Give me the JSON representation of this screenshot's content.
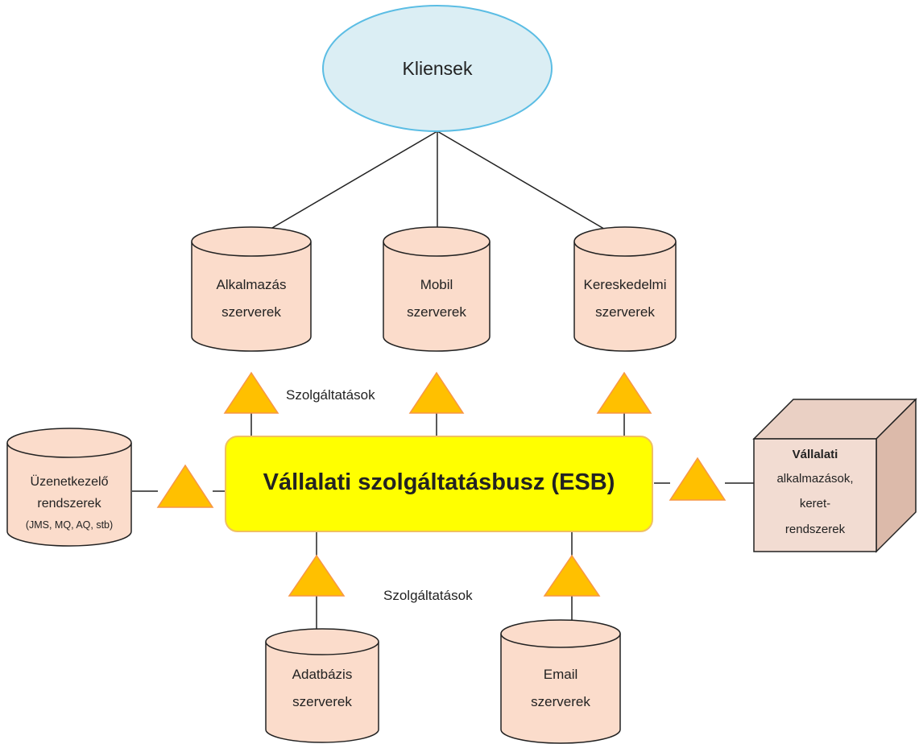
{
  "clients": {
    "label": "Kliensek"
  },
  "servers_top": {
    "app": {
      "line1": "Alkalmazás",
      "line2": "szerverek"
    },
    "mobile": {
      "line1": "Mobil",
      "line2": "szerverek"
    },
    "commerce": {
      "line1": "Kereskedelmi",
      "line2": "szerverek"
    }
  },
  "services_top_label": "Szolgáltatások",
  "services_bottom_label": "Szolgáltatások",
  "esb": {
    "label": "Vállalati szolgáltatásbusz (ESB)"
  },
  "messaging": {
    "line1": "Üzenetkezelő",
    "line2": "rendszerek",
    "line3": "(JMS, MQ, AQ, stb)"
  },
  "enterprise": {
    "line1": "Vállalati",
    "line2": "alkalmazások,",
    "line3": "keret-",
    "line4": "rendszerek"
  },
  "servers_bottom": {
    "db": {
      "line1": "Adatbázis",
      "line2": "szerverek"
    },
    "email": {
      "line1": "Email",
      "line2": "szerverek"
    }
  },
  "colors": {
    "ellipse_fill": "#dbeef4",
    "ellipse_stroke": "#5bbde4",
    "cylinder_fill": "#fbdccb",
    "esb_fill": "#ffff00",
    "esb_stroke": "#f0c060",
    "triangle_fill": "#ffc000",
    "triangle_stroke": "#f79646",
    "box_fill": "#f2dcd2"
  }
}
